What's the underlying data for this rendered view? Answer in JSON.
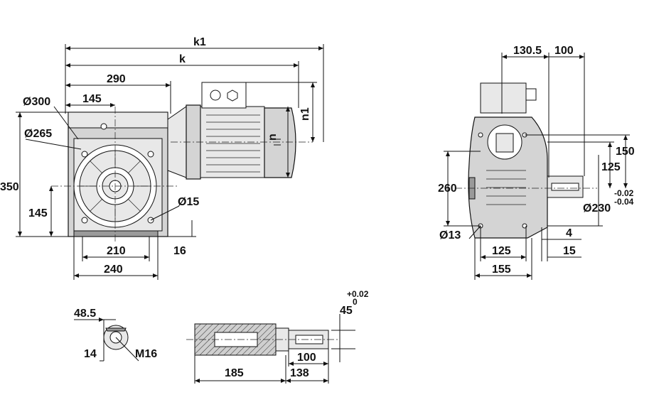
{
  "dimensions": {
    "k1": "k1",
    "k": "k",
    "d290": "290",
    "d145_top": "145",
    "d300": "Ø300",
    "d265": "Ø265",
    "d350": "350",
    "d145_left": "145",
    "d15": "Ø15",
    "d16": "16",
    "d210": "210",
    "d240": "240",
    "n": "n",
    "n1": "n1",
    "d130_5": "130.5",
    "d100_top": "100",
    "d150": "150",
    "d125_right": "125",
    "d260": "260",
    "tol_upper": "-0.02",
    "tol_lower": "-0.04",
    "d230": "Ø230",
    "d13": "Ø13",
    "d4": "4",
    "d125_bottom": "125",
    "d15_bottom": "15",
    "d155": "155",
    "d48_5": "48.5",
    "d14": "14",
    "m16": "M16",
    "tol45_upper": "+0.02",
    "tol45_lower": "0",
    "d45": "45",
    "d100_shaft": "100",
    "d185": "185",
    "d138": "138"
  }
}
